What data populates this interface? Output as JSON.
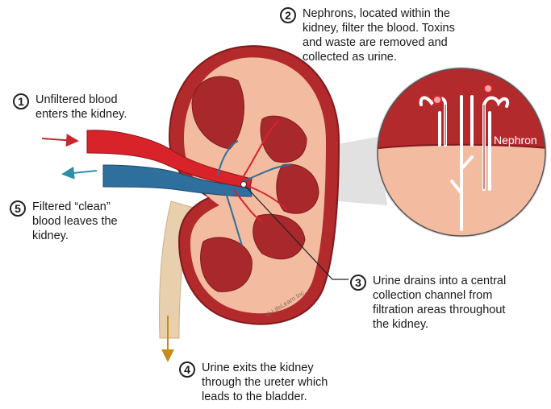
{
  "steps": [
    {
      "num": "1",
      "lines": [
        "Unfiltered blood",
        "enters the kidney."
      ]
    },
    {
      "num": "2",
      "lines": [
        "Nephrons, located within the",
        "kidney, filter the blood. Toxins",
        "and waste are removed and",
        "collected as urine."
      ]
    },
    {
      "num": "3",
      "lines": [
        "Urine drains into a central",
        "collection channel from",
        "filtration areas throughout",
        "the kidney."
      ]
    },
    {
      "num": "4",
      "lines": [
        "Urine exits the kidney",
        "through the ureter which",
        "leads to the bladder."
      ]
    },
    {
      "num": "5",
      "lines": [
        "Filtered “clean”",
        "blood leaves the",
        "kidney."
      ]
    }
  ],
  "labels": {
    "nephron": "Nephron",
    "copyright": "© LifeLearn Inc."
  },
  "colors": {
    "artery": "#d8232a",
    "vein": "#2e6f9e",
    "kidney_outer": "#b32a2c",
    "kidney_cortex": "#f3bba0",
    "pyramid": "#a8282c",
    "ureter": "#e8cfae",
    "inflow_arrow": "#c8262e",
    "outflow_arrow": "#2b8fa8",
    "urine_arrow": "#c98a1a"
  }
}
